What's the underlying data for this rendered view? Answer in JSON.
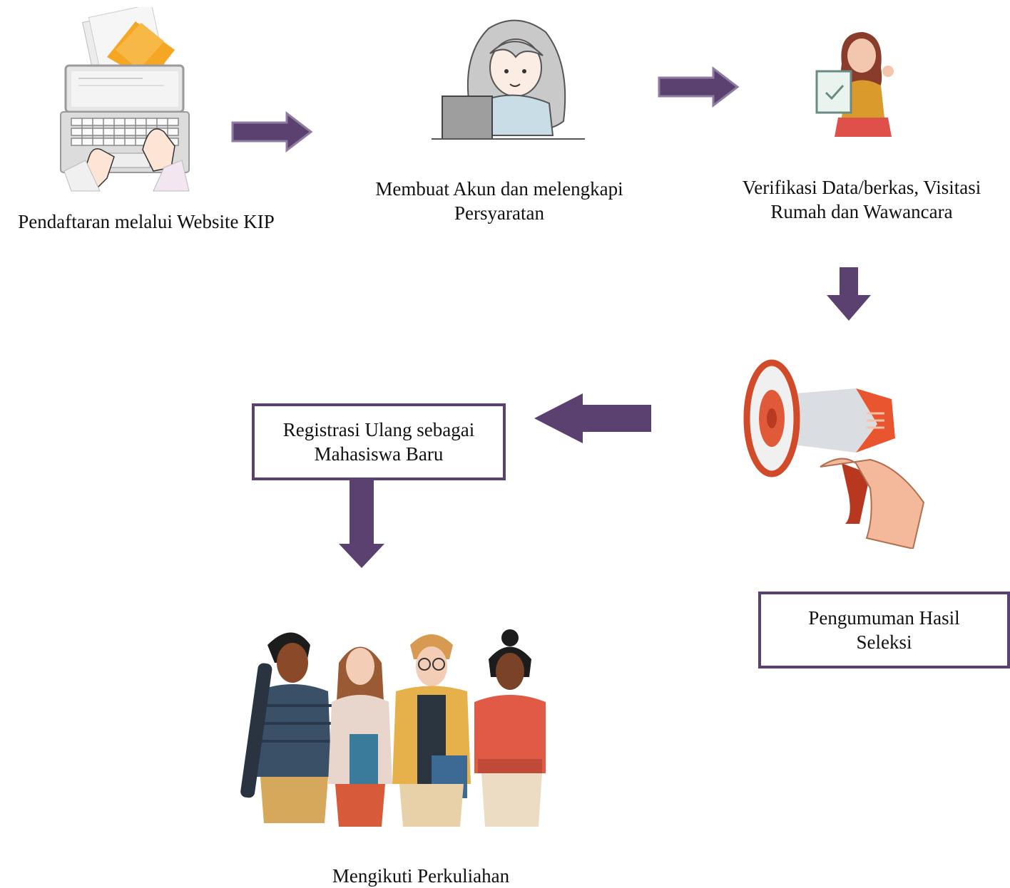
{
  "diagram": {
    "arrow_color": "#5b416f",
    "steps": {
      "step1": "Pendaftaran melalui Website KIP",
      "step2_line1": "Membuat Akun dan melengkapi",
      "step2_line2": "Persyaratan",
      "step3_line1": "Verifikasi Data/berkas, Visitasi",
      "step3_line2": "Rumah dan Wawancara",
      "step4_line1": "Pengumuman Hasil",
      "step4_line2": "Seleksi",
      "step5_line1": "Registrasi Ulang sebagai",
      "step5_line2": "Mahasiswa Baru",
      "step6": "Mengikuti Perkuliahan"
    }
  }
}
